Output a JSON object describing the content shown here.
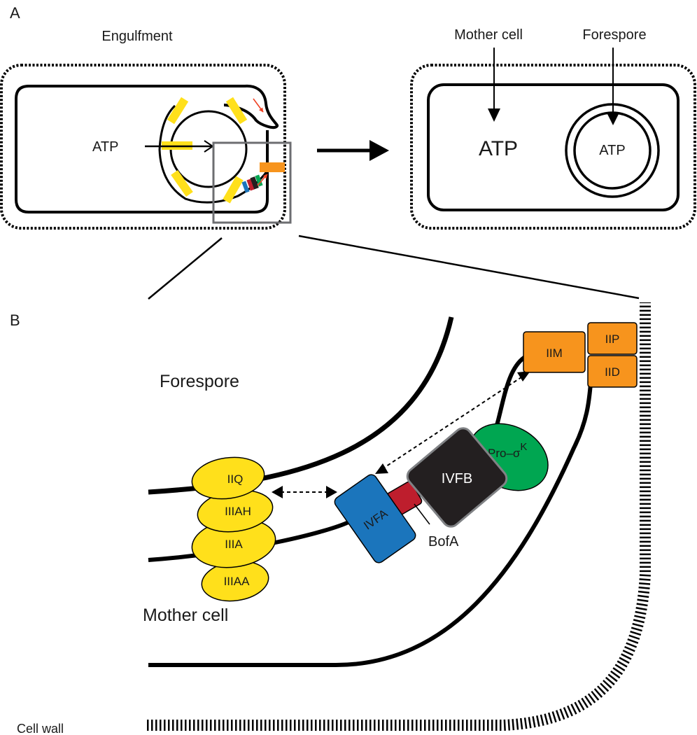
{
  "panel_a": {
    "panel_label": "A",
    "engulfment_title": "Engulfment",
    "atp_left": "ATP",
    "mother_cell_label": "Mother cell",
    "forespore_label": "Forespore",
    "atp_mother": "ATP",
    "atp_forespore": "ATP"
  },
  "panel_b": {
    "panel_label": "B",
    "forespore_region": "Forespore",
    "mother_cell_region": "Mother cell",
    "cell_wall_label": "Cell wall",
    "proteins": {
      "iiq": "IIQ",
      "iiiah": "IIIAH",
      "iiia": "IIIA",
      "iiiaa": "IIIAA",
      "ivfa": "IVFA",
      "bofa": "BofA",
      "ivfb": "IVFB",
      "pro_sigma_prefix": "Pro–σ",
      "pro_sigma_sup": "K",
      "iim": "IIM",
      "iip": "IIP",
      "iid": "IID"
    }
  },
  "colors": {
    "yellow": "#FFE01B",
    "orange": "#F7941D",
    "blue": "#1B75BC",
    "red": "#BE1E2D",
    "green": "#00A651",
    "dark": "#231F20",
    "red_arrow": "#EF4123",
    "zoom_box": "#6D6E71"
  }
}
